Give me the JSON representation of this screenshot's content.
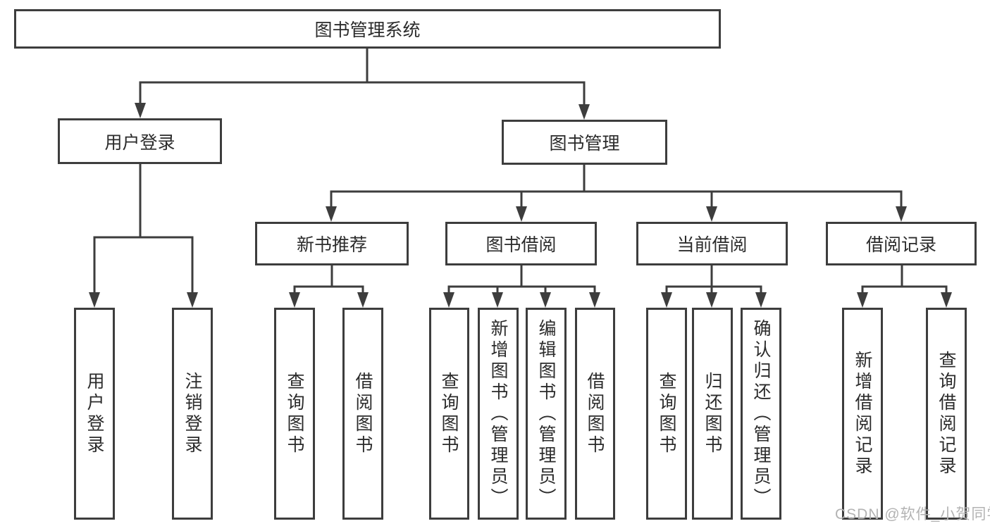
{
  "diagram": {
    "title": "图书管理系统",
    "branches": [
      {
        "label": "用户登录",
        "children": [
          {
            "label": "用户登录"
          },
          {
            "label": "注销登录"
          }
        ]
      },
      {
        "label": "图书管理",
        "children": [
          {
            "label": "新书推荐",
            "children": [
              {
                "label": "查询图书"
              },
              {
                "label": "借阅图书"
              }
            ]
          },
          {
            "label": "图书借阅",
            "children": [
              {
                "label": "查询图书"
              },
              {
                "label": "新增图书（管理员）"
              },
              {
                "label": "编辑图书（管理员）"
              },
              {
                "label": "借阅图书"
              }
            ]
          },
          {
            "label": "当前借阅",
            "children": [
              {
                "label": "查询图书"
              },
              {
                "label": "归还图书"
              },
              {
                "label": "确认归还（管理员）"
              }
            ]
          },
          {
            "label": "借阅记录",
            "children": [
              {
                "label": "新增借阅记录"
              },
              {
                "label": "查询借阅记录"
              }
            ]
          }
        ]
      }
    ]
  },
  "watermark": {
    "text": "CSDN @软件_小贺同学"
  },
  "colors": {
    "line": "#3d3d3d",
    "text": "#2b2b2b",
    "watermark": "#b3b3b3",
    "background": "#ffffff"
  }
}
